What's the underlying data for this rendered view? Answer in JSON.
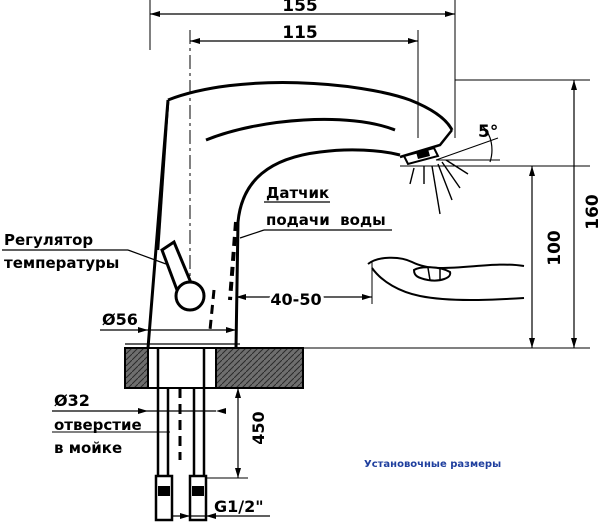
{
  "dimensions": {
    "overall_width": "155",
    "spout_reach": "115",
    "sensor_angle": "5°",
    "total_height": "160",
    "spout_height": "100",
    "sensor_distance": "40-50",
    "body_diameter": "Ø56",
    "hole_diameter": "Ø32",
    "hose_length": "450",
    "thread": "G1/2\""
  },
  "labels": {
    "sensor_line1": "Датчик",
    "sensor_line2": "подачи  воды",
    "regulator_line1": "Регулятор",
    "regulator_line2": "температуры",
    "hole_line1": "отверстие",
    "hole_line2": "в мойке"
  },
  "caption": "Установочные размеры",
  "colors": {
    "line": "#000000",
    "sink_fill": "#6e6e6e",
    "caption": "#1f3f9e"
  }
}
